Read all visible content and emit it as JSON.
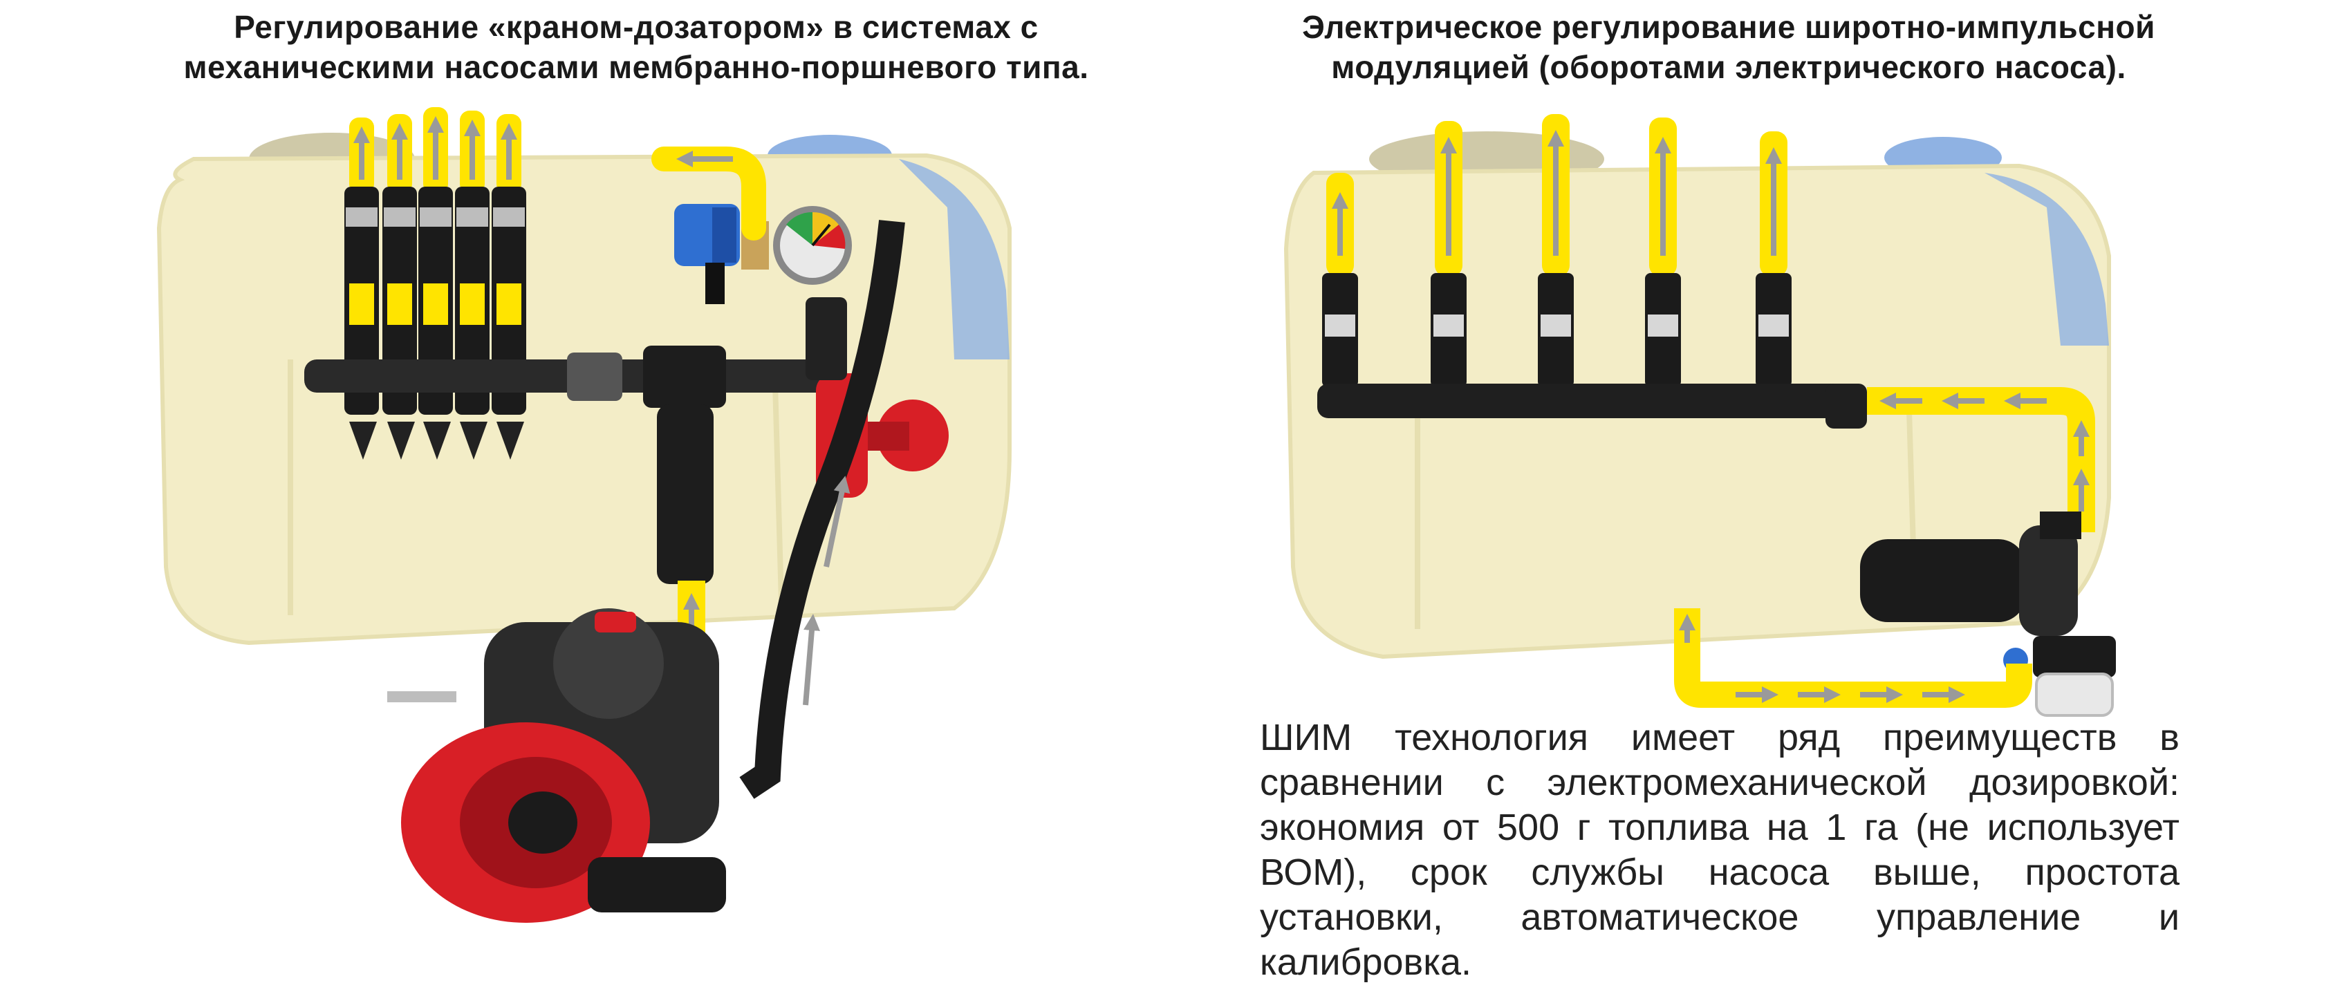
{
  "left_panel": {
    "heading_line1": "Регулирование «краном-дозатором» в системах с",
    "heading_line2": "механическими насосами мембранно-поршневого типа."
  },
  "right_panel": {
    "heading_line1": "Электрическое регулирование широтно-импульсной",
    "heading_line2": "модуляцией (оборотами электрического насоса).",
    "description": "ШИМ технология имеет ряд преимуществ в сравнении с электромеханической дозировкой: экономия от 500 г топлива на 1 га (не использует ВОМ), срок службы насоса выше, простота установки, автоматическое управление и калибровка."
  },
  "colors": {
    "tank": "#f3edc7",
    "tank_edge": "#e6dfb0",
    "pipe_yellow": "#ffe400",
    "arrow_grey": "#9a9a9a",
    "pump_red": "#d81f26",
    "lid_blue": "#5b8fd6",
    "black": "#1b1b1b"
  }
}
